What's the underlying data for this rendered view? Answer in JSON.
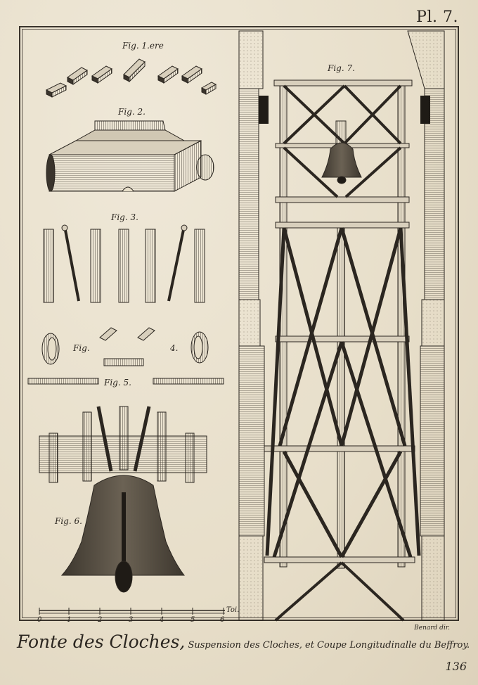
{
  "plate_number": "Pl. 7.",
  "figures": {
    "fig1": "Fig. 1.ere",
    "fig2": "Fig. 2.",
    "fig3": "Fig. 3.",
    "fig4_left": "Fig.",
    "fig4_right": "4.",
    "fig5": "Fig. 5.",
    "fig6": "Fig. 6.",
    "fig7": "Fig. 7."
  },
  "scale": {
    "unit": "Toi.",
    "ticks": [
      "0",
      "1",
      "2",
      "3",
      "4",
      "5",
      "6"
    ]
  },
  "caption": {
    "main": "Fonte des Cloches,",
    "sub": " Suspension des Cloches, et Coupe Longitudinalle du Beffroy."
  },
  "engraver": "Benard dir.",
  "page_number": "136"
}
